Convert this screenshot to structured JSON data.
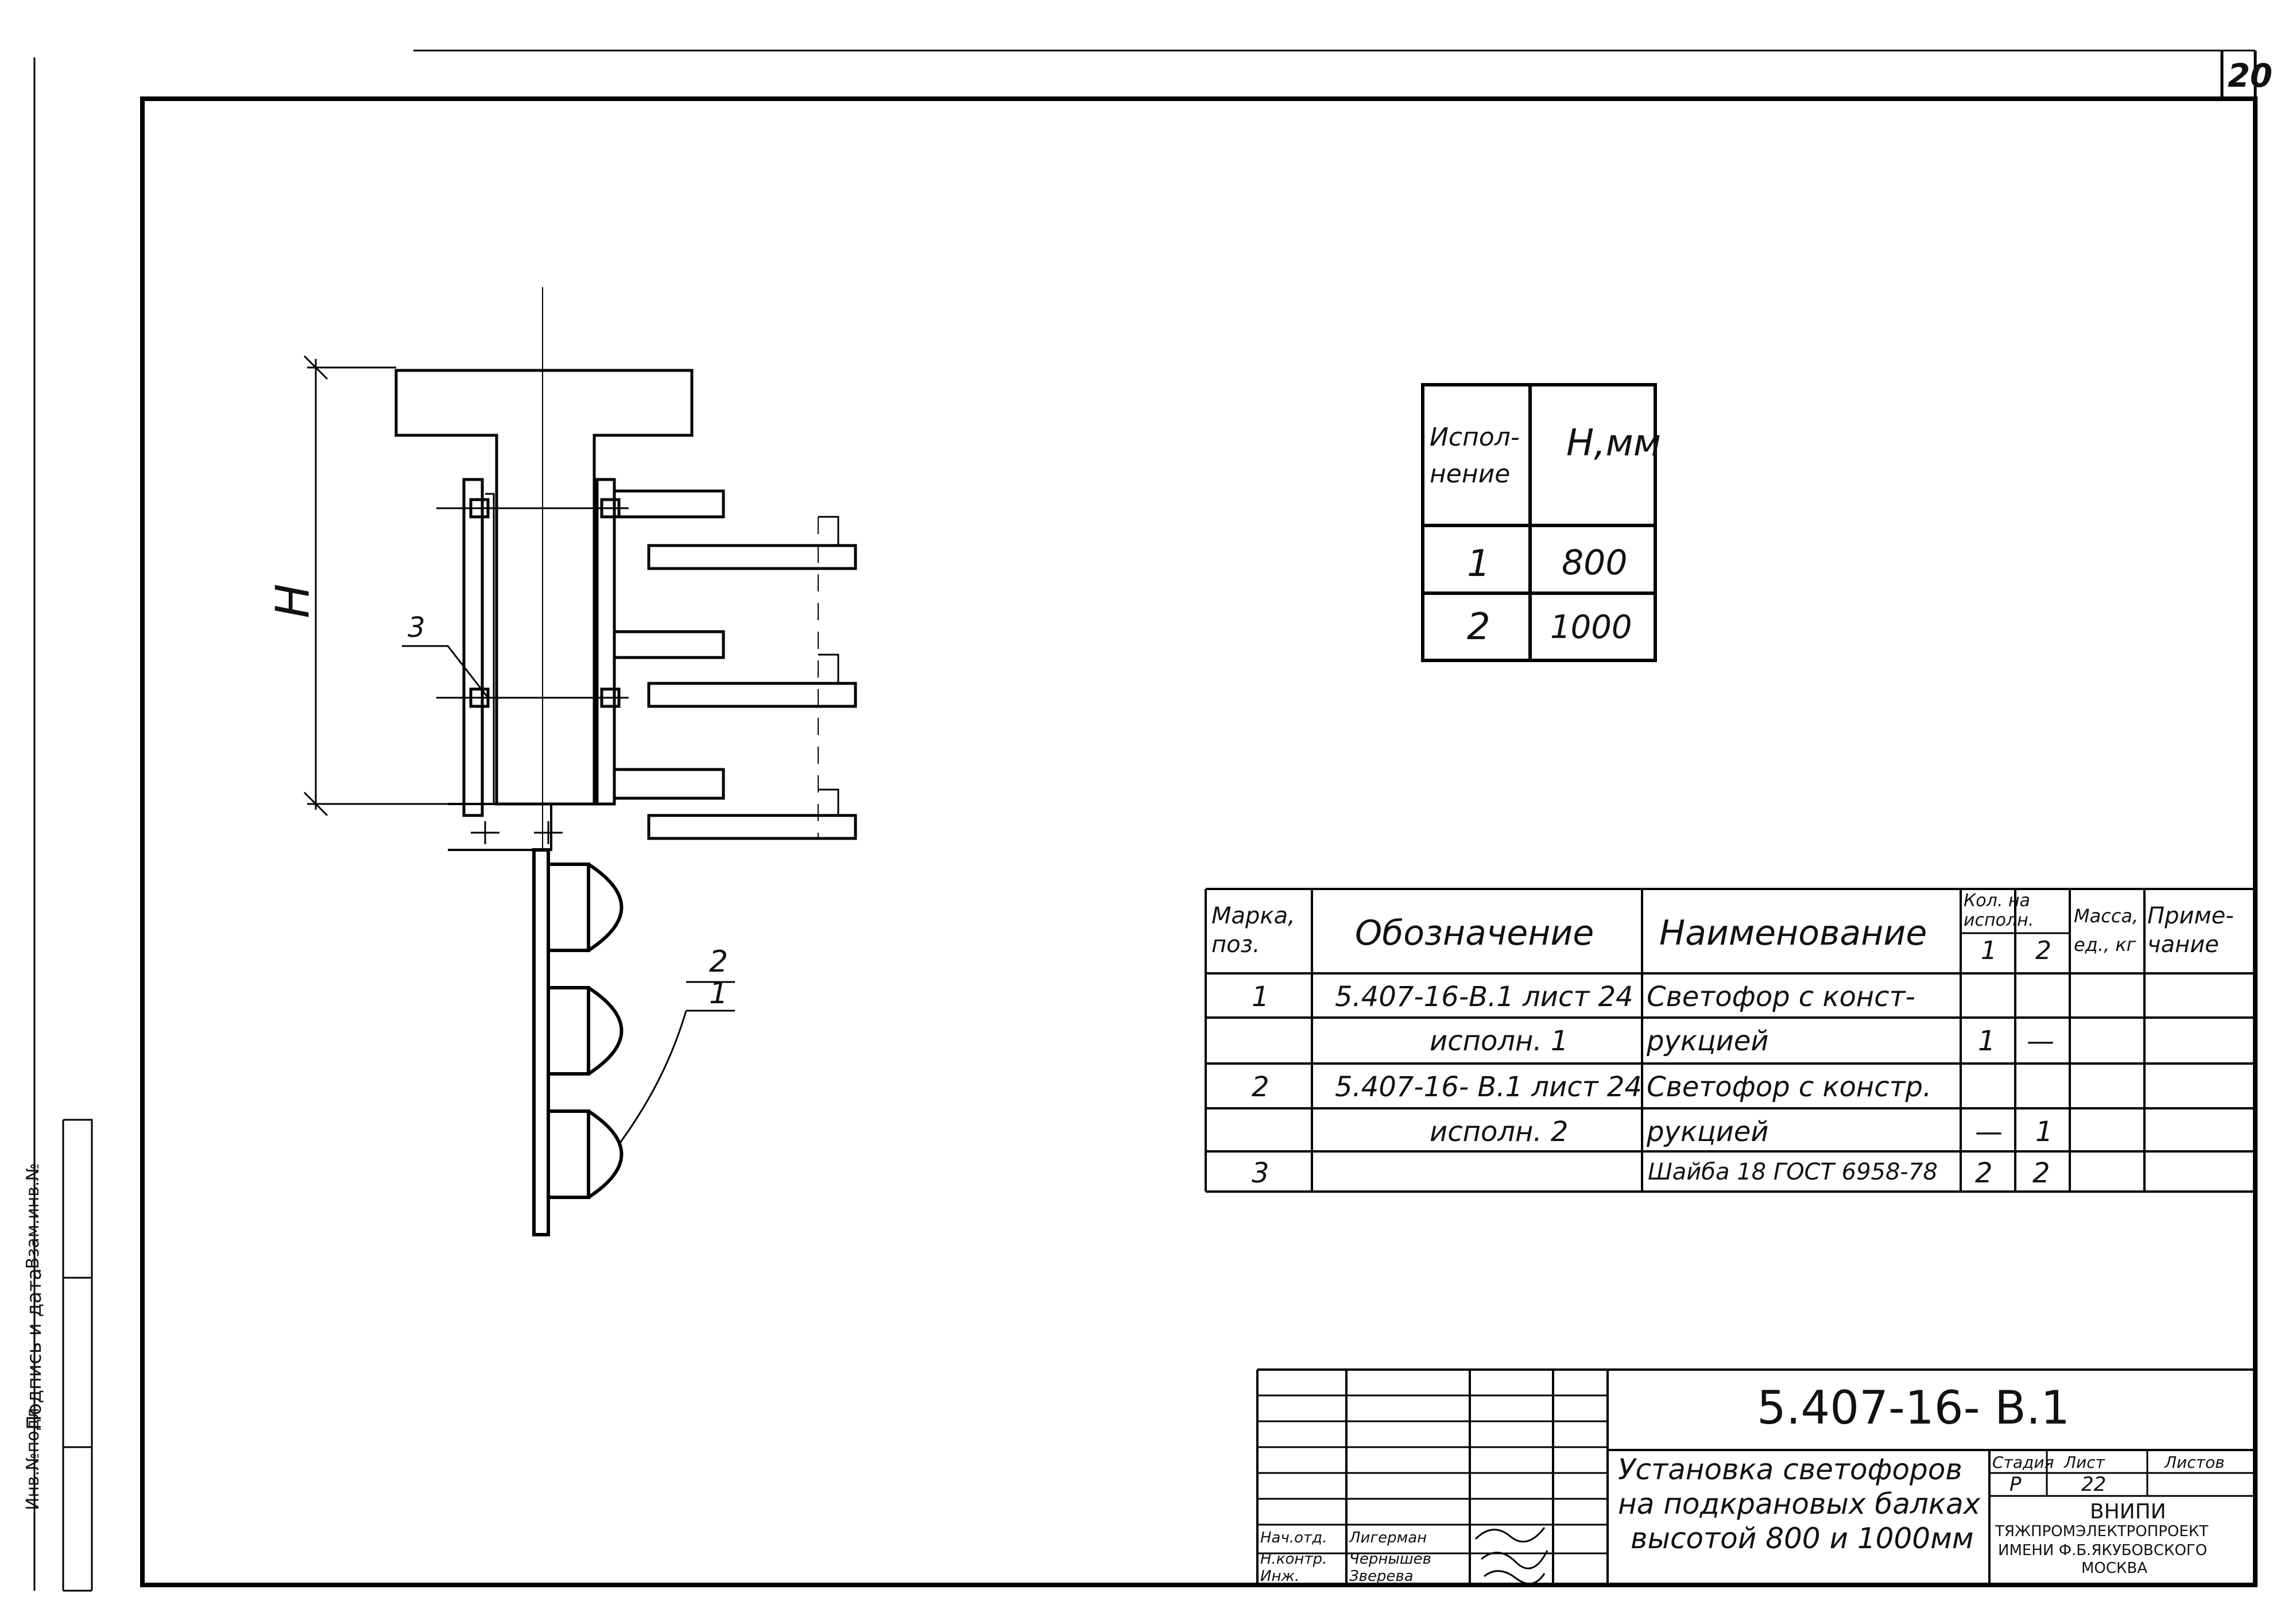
{
  "sheet": {
    "page_number": "20"
  },
  "drawing": {
    "dim_label": "H",
    "callout_3": "3",
    "callout_2": "2",
    "callout_1": "1"
  },
  "variants_table": {
    "headers": [
      "Испол-нение",
      "H,мм"
    ],
    "rows": [
      {
        "variant": "1",
        "h": "800"
      },
      {
        "variant": "2",
        "h": "1000"
      }
    ]
  },
  "spec_table": {
    "headers": {
      "mark": "Марка, поз.",
      "designation": "Обозначение",
      "name": "Наименование",
      "qty": "Кол. на исполн.",
      "qty_1": "1",
      "qty_2": "2",
      "mass": "Масса, ед., кг",
      "note": "Приме-чание"
    },
    "rows": [
      {
        "mark": "1",
        "designation": "5.407-16-В.1 лист 24",
        "name": "Светофор с конст-",
        "q1": "",
        "q2": ""
      },
      {
        "mark": "",
        "designation": "исполн. 1",
        "name": "рукцией",
        "q1": "1",
        "q2": "—"
      },
      {
        "mark": "2",
        "designation": "5.407-16- В.1 лист 24",
        "name": "Светофор с констр.",
        "q1": "",
        "q2": ""
      },
      {
        "mark": "",
        "designation": "исполн. 2",
        "name": "рукцией",
        "q1": "—",
        "q2": "1"
      },
      {
        "mark": "3",
        "designation": "",
        "name": "Шайба 18 ГОСТ 6958-78",
        "q1": "2",
        "q2": "2"
      }
    ]
  },
  "title_block": {
    "code": "5.407-16- В.1",
    "title_lines": [
      "Установка светофоров",
      "на подкрановых балках",
      "высотой 800 и 1000мм"
    ],
    "stage_label": "Стадия",
    "sheet_label": "Лист",
    "sheets_label": "Листов",
    "stage": "Р",
    "sheet": "22",
    "sheets": "",
    "org_lines": [
      "ВНИПИ",
      "ТЯЖПРОМЭЛЕКТРОПРОЕКТ",
      "ИМЕНИ Ф.Б.ЯКУБОВСКОГО",
      "МОСКВА"
    ],
    "staff": [
      {
        "role": "Нач.отд.",
        "name": "Лигерман"
      },
      {
        "role": "Н.контр.",
        "name": "Чернышев"
      },
      {
        "role": "Инж.",
        "name": "Зверева"
      }
    ]
  },
  "side_stamp": {
    "labels": [
      "Инв.№подл.",
      "Подпись и дата",
      "Взам.инв.№"
    ]
  }
}
